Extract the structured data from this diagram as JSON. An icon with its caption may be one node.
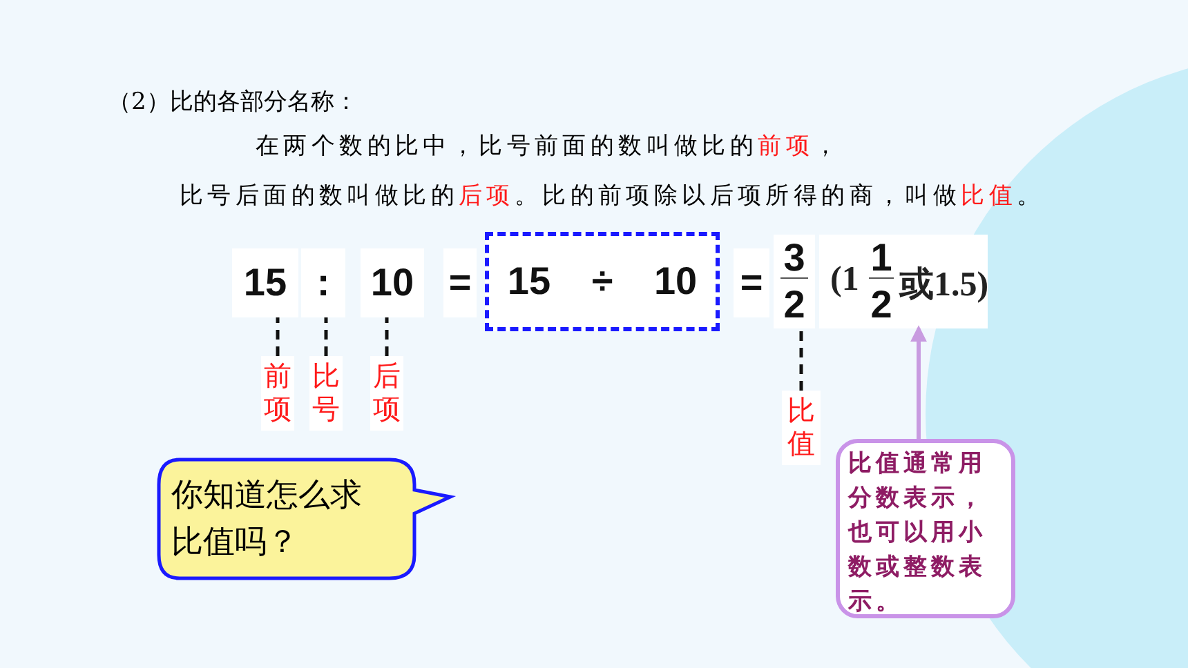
{
  "diagram": {
    "title": "（2）比的各部分名称：",
    "nodes": [
      {
        "text": [
          "15"
        ]
      },
      {
        "text": [
          ":"
        ]
      },
      {
        "text": [
          "10"
        ]
      },
      {
        "text": [
          "="
        ]
      },
      {
        "text": [
          "15 ÷ 10"
        ]
      },
      {
        "text": [
          "="
        ]
      },
      {
        "text": [
          "3",
          "2"
        ]
      },
      {
        "text": [
          "(1",
          "1",
          "2",
          "或1.5)"
        ]
      },
      {
        "text": [
          "前项"
        ]
      },
      {
        "text": [
          "比号"
        ]
      },
      {
        "text": [
          "后项"
        ]
      },
      {
        "text": [
          "比值"
        ]
      },
      {
        "text": [
          "比值通常用分数表示，也可以用小数或整数表示。"
        ]
      },
      {
        "text": [
          "你知道怎么求比值吗？"
        ]
      }
    ],
    "edges": [
      {
        "from": 8,
        "to": 0,
        "arrow": "none",
        "style": "dashed"
      },
      {
        "from": 9,
        "to": 1,
        "arrow": "none",
        "style": "dashed"
      },
      {
        "from": 10,
        "to": 2,
        "arrow": "none",
        "style": "dashed"
      },
      {
        "from": 11,
        "to": 6,
        "arrow": "none",
        "style": "dashed"
      },
      {
        "from": 12,
        "to": 7,
        "arrow": "to",
        "color": "#c89be0"
      }
    ],
    "labels": [
      "在两个数的比中，比号前面的数叫做比的**前项**，",
      "比号后面的数叫做比的**后项**。比的前项除以后项所得的商，叫做**比值**。"
    ]
  }
}
